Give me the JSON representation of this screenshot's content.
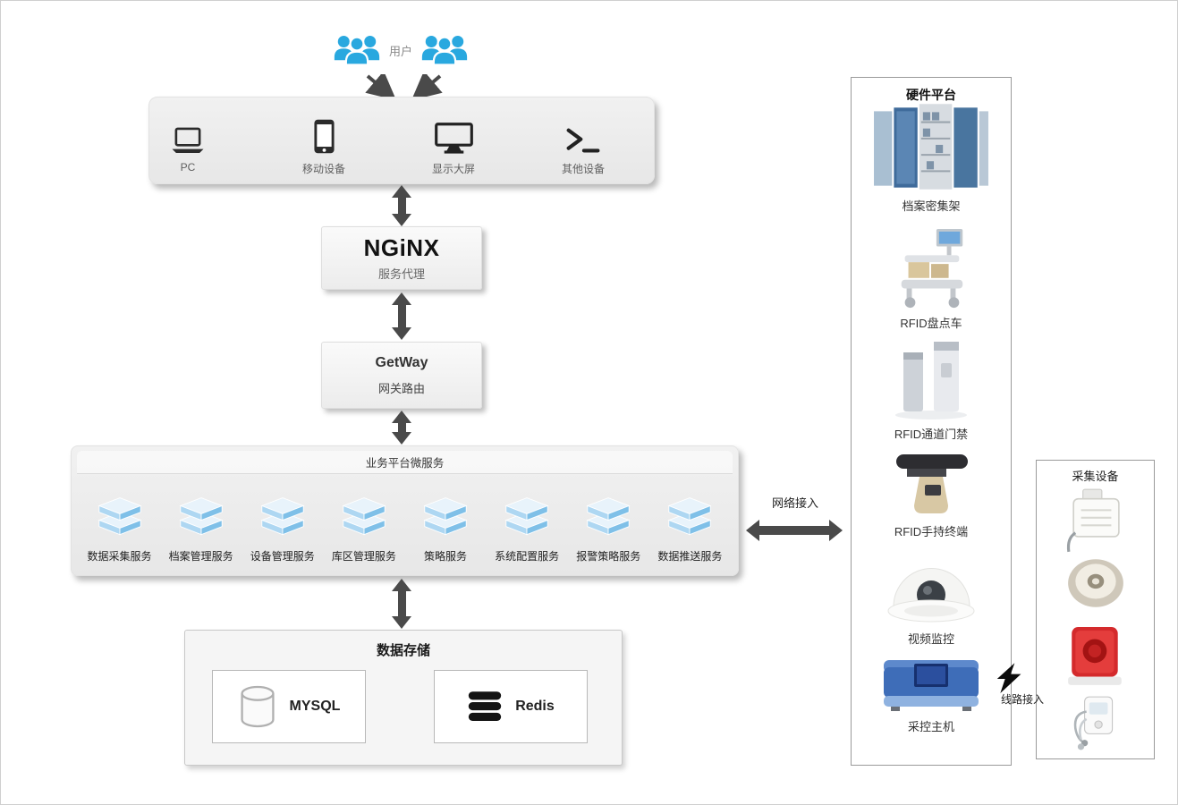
{
  "users": {
    "label": "用户",
    "icon": "user-group-icon"
  },
  "clients": {
    "items": [
      {
        "label": "PC",
        "icon": "laptop-icon"
      },
      {
        "label": "移动设备",
        "icon": "smartphone-icon"
      },
      {
        "label": "显示大屏",
        "icon": "monitor-icon"
      },
      {
        "label": "其他设备",
        "icon": "terminal-icon"
      }
    ]
  },
  "proxy": {
    "logo": "NGiNX",
    "label": "服务代理"
  },
  "gateway": {
    "title": "GetWay",
    "label": "网关路由"
  },
  "microservices": {
    "title": "业务平台微服务",
    "services": [
      {
        "label": "数据采集服务",
        "icon": "server-stack-icon"
      },
      {
        "label": "档案管理服务",
        "icon": "server-stack-icon"
      },
      {
        "label": "设备管理服务",
        "icon": "server-stack-icon"
      },
      {
        "label": "库区管理服务",
        "icon": "server-stack-icon"
      },
      {
        "label": "策略服务",
        "icon": "server-stack-icon"
      },
      {
        "label": "系统配置服务",
        "icon": "server-stack-icon"
      },
      {
        "label": "报警策略服务",
        "icon": "server-stack-icon"
      },
      {
        "label": "数据推送服务",
        "icon": "server-stack-icon"
      }
    ]
  },
  "storage": {
    "title": "数据存储",
    "databases": [
      {
        "label": "MYSQL",
        "icon": "database-cylinder-icon"
      },
      {
        "label": "Redis",
        "icon": "redis-stack-icon"
      }
    ]
  },
  "links": {
    "network": "网络接入",
    "line": "线路接入"
  },
  "hardware": {
    "title": "硬件平台",
    "items": [
      {
        "label": "档案密集架",
        "image": "compact-shelving-image"
      },
      {
        "label": "RFID盘点车",
        "image": "rfid-cart-image"
      },
      {
        "label": "RFID通道门禁",
        "image": "rfid-gate-image"
      },
      {
        "label": "RFID手持终端",
        "image": "rfid-handheld-image"
      },
      {
        "label": "视频监控",
        "image": "dome-camera-image"
      },
      {
        "label": "采控主机",
        "image": "control-host-image"
      }
    ]
  },
  "collectors": {
    "title": "采集设备",
    "items": [
      {
        "name": "temperature-humidity-sensor-image"
      },
      {
        "name": "smoke-detector-image"
      },
      {
        "name": "alarm-siren-image"
      },
      {
        "name": "wired-sensor-image"
      }
    ]
  },
  "colors": {
    "accent_blue": "#29a8df",
    "arrow_gray": "#4a4a4a",
    "server_icon_blue": "#7fc0e8",
    "host_blue": "#3e6db8",
    "siren_red": "#d42a2c"
  }
}
